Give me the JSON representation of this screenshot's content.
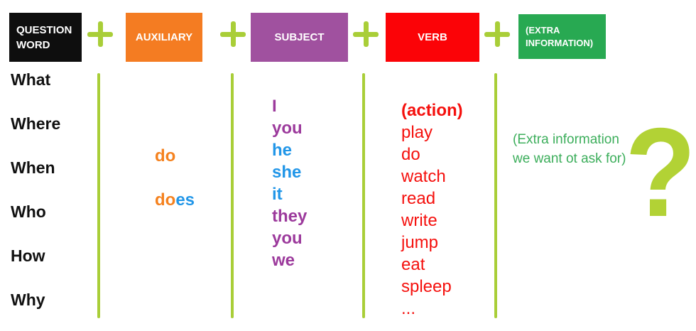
{
  "colors": {
    "lime": "#a9ce38",
    "lime-qmark": "#b2d235",
    "box-black": "#0e0e0e",
    "box-orange": "#f47c22",
    "box-purple": "#a0519f",
    "box-red": "#fb0307",
    "box-green": "#28a952",
    "text-orange": "#f5821f",
    "text-blue": "#2196e8",
    "text-purple": "#9c3a9c",
    "text-red": "#f5100d",
    "text-green": "#3cae5b",
    "text-black": "#111111"
  },
  "header": {
    "plus_symbol": "+",
    "boxes": [
      {
        "name": "question-word",
        "lines": [
          "QUESTION",
          "WORD"
        ]
      },
      {
        "name": "auxiliary",
        "lines": [
          "AUXILIARY"
        ]
      },
      {
        "name": "subject",
        "lines": [
          "SUBJECT"
        ]
      },
      {
        "name": "verb",
        "lines": [
          "VERB"
        ]
      },
      {
        "name": "extra-information",
        "lines": [
          "(EXTRA",
          "INFORMATION)"
        ]
      }
    ]
  },
  "columns": {
    "question_words": [
      "What",
      "Where",
      "When",
      "Who",
      "How",
      "Why"
    ],
    "auxiliary": {
      "do": "do",
      "does_parts": [
        "do",
        "es"
      ]
    },
    "subjects": [
      {
        "text": "I",
        "takes": "do"
      },
      {
        "text": "you",
        "takes": "do"
      },
      {
        "text": "he",
        "takes": "does"
      },
      {
        "text": "she",
        "takes": "does"
      },
      {
        "text": "it",
        "takes": "does"
      },
      {
        "text": "they",
        "takes": "do"
      },
      {
        "text": "you",
        "takes": "do"
      },
      {
        "text": "we",
        "takes": "do"
      }
    ],
    "verbs": {
      "heading": "(action)",
      "items": [
        "play",
        "do",
        "watch",
        "read",
        "write",
        "jump",
        "eat",
        "spleep",
        "..."
      ]
    },
    "extra_info": {
      "lines": [
        "(Extra information",
        "we want ot ask for)"
      ]
    },
    "question_mark": "?"
  }
}
